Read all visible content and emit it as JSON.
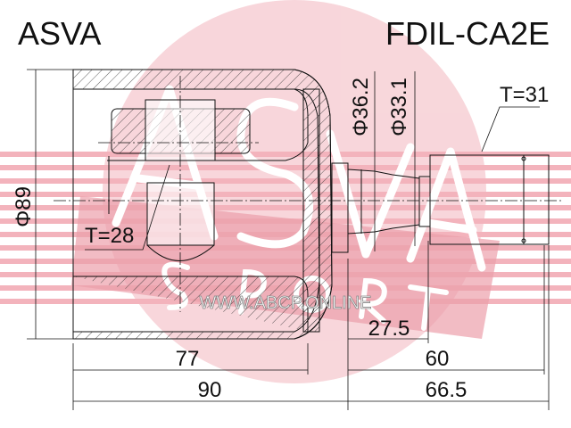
{
  "header": {
    "brand": "ASVA",
    "part_number": "FDIL-CA2E"
  },
  "watermark": {
    "logo_text": "ASVA",
    "logo_subtext": "SPORT",
    "url_text": "WWW.ABCP.ONLINE"
  },
  "dimensions": {
    "outer_diameter": "Φ89",
    "diameter_1": "Φ36.2",
    "diameter_2": "Φ33.1",
    "spline_teeth_outer": "T=31",
    "spline_teeth_inner": "T=28",
    "length_27_5": "27.5",
    "length_77": "77",
    "length_60": "60",
    "length_90": "90",
    "length_66_5": "66.5"
  },
  "colors": {
    "watermark": "#e8a0a8",
    "line": "#111111"
  }
}
